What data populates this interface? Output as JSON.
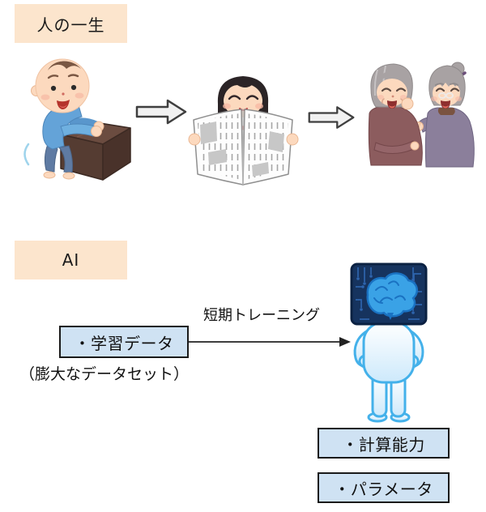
{
  "colors": {
    "section_label_bg": "#fce5cd",
    "process_box_bg": "#cfe2f3",
    "process_box_border": "#1a1a1a",
    "stage_arrow_fill": "#f1f1f1",
    "training_arrow_color": "#222222",
    "ai_head_bg": "#16335e",
    "ai_body_outline": "#44b1ea"
  },
  "human_section": {
    "label": "人の一生",
    "stages": [
      {
        "icon": "baby-pushing-box-illustration"
      },
      {
        "icon": "woman-reading-newspaper-illustration"
      },
      {
        "icon": "elderly-women-talking-illustration"
      }
    ]
  },
  "ai_section": {
    "label": "AI",
    "input_box_label": "・学習データ",
    "input_note": "（膨大なデータセット）",
    "training_arrow_label": "短期トレーニング",
    "figure_icon": "ai-humanoid-circuit-brain-illustration",
    "outputs": {
      "compute_label": "・計算能力",
      "parameter_label": "・パラメータ"
    }
  }
}
